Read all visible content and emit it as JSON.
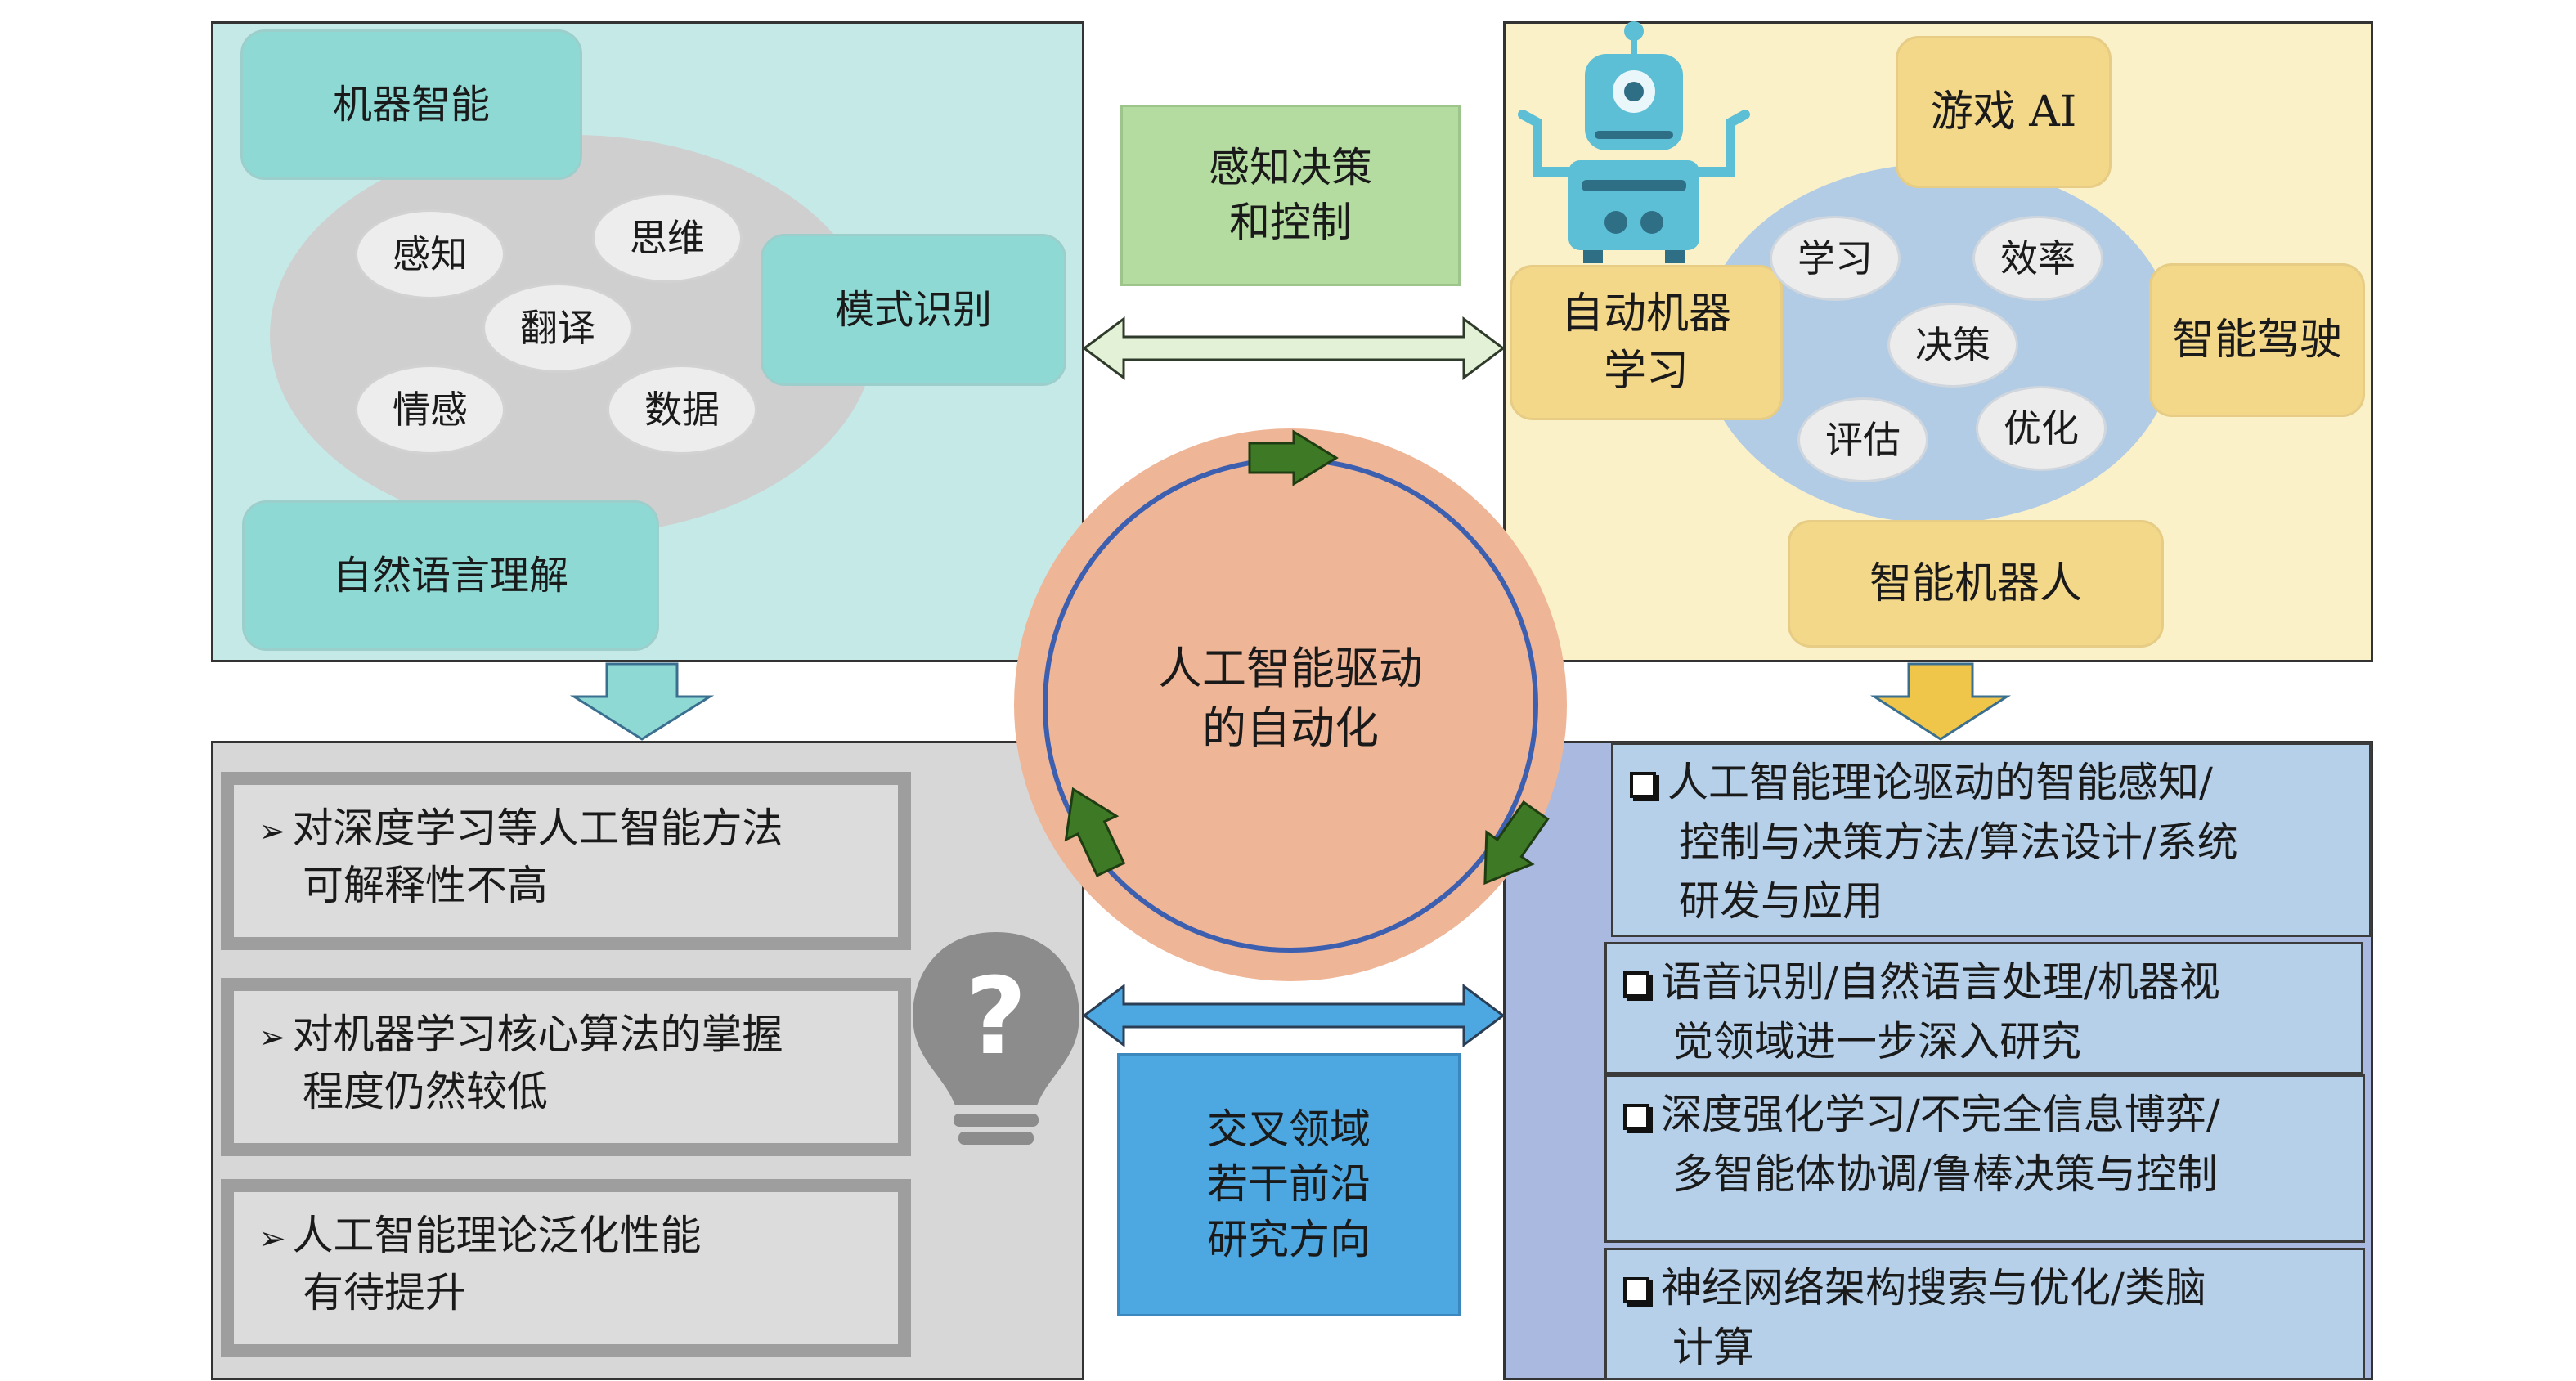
{
  "center": {
    "line1": "人工智能驱动",
    "line2": "的自动化"
  },
  "machine_intelligence": {
    "title": "机器智能",
    "pattern_recognition": "模式识别",
    "nlu": "自然语言理解",
    "bubbles": [
      "感知",
      "思维",
      "翻译",
      "情感",
      "数据"
    ]
  },
  "perception_decision": {
    "line1": "感知决策",
    "line2": "和控制"
  },
  "automation": {
    "game_ai": "游戏 AI",
    "automl": {
      "line1": "自动机器",
      "line2": "学习"
    },
    "autonomous_driving": "智能驾驶",
    "robotics": "智能机器人",
    "bubbles": [
      "学习",
      "效率",
      "决策",
      "评估",
      "优化"
    ]
  },
  "cross_frontier": {
    "line1": "交叉领域",
    "line2": "若干前沿",
    "line3": "研究方向"
  },
  "limitations": [
    {
      "line1": "对深度学习等人工智能方法",
      "line2": "可解释性不高"
    },
    {
      "line1": "对机器学习核心算法的掌握",
      "line2": "程度仍然较低"
    },
    {
      "line1": "人工智能理论泛化性能",
      "line2": "有待提升"
    }
  ],
  "directions": [
    {
      "lines": [
        "人工智能理论驱动的智能感知/",
        "控制与决策方法/算法设计/系统",
        "研发与应用"
      ]
    },
    {
      "lines": [
        "语音识别/自然语言处理/机器视",
        "觉领域进一步深入研究"
      ]
    },
    {
      "lines": [
        "深度强化学习/不完全信息博弈/",
        "多智能体协调/鲁棒决策与控制"
      ]
    },
    {
      "lines": [
        "神经网络架构搜索与优化/类脑",
        "计算"
      ]
    }
  ],
  "icons": {
    "question": "?",
    "robot": "robot-icon",
    "bulb": "lightbulb-icon"
  },
  "colors": {
    "tl_bg": "#c5e9e7",
    "tr_bg": "#fbf1c9",
    "bl_bg": "#d7d7d7",
    "br_bg": "#a9b9df",
    "center_fill": "#efb597",
    "center_ring": "#3c5fb0",
    "cycle_arrow": "#3e7a25",
    "teal": "#8fd9d5",
    "gold": "#f3d88a",
    "blue_box": "#4da8e1",
    "green_box": "#b4dca0"
  }
}
